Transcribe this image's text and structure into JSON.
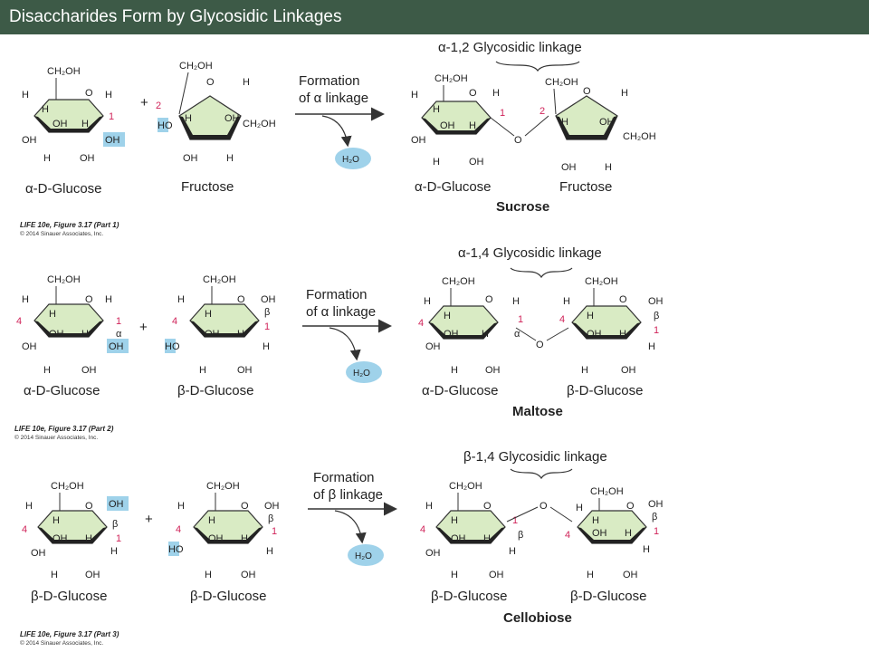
{
  "title": "Disaccharides Form by Glycosidic Linkages",
  "colors": {
    "ring_fill": "#d9ebc4",
    "highlight": "#9fd2ea",
    "title_bg": "#3d5a47",
    "water": "#9fd2ea",
    "red": "#d0245a"
  },
  "atoms": {
    "ch2oh": "CH₂OH",
    "oh": "OH",
    "h": "H",
    "o": "O",
    "ho": "HO",
    "water": "H₂O"
  },
  "sucrose": {
    "linkage": "α-1,2 Glycosidic linkage",
    "arrow_line1": "Formation",
    "arrow_line2": "of α linkage",
    "reactant1": "α-D-Glucose",
    "reactant2": "Fructose",
    "product1": "α-D-Glucose",
    "product2": "Fructose",
    "name": "Sucrose",
    "figure": "LIFE 10e, Figure 3.17 (Part 1)",
    "copyright": "© 2014 Sinauer Associates, Inc."
  },
  "maltose": {
    "linkage": "α-1,4 Glycosidic linkage",
    "arrow_line1": "Formation",
    "arrow_line2": "of α linkage",
    "reactant1": "α-D-Glucose",
    "reactant2": "β-D-Glucose",
    "product1": "α-D-Glucose",
    "product2": "β-D-Glucose",
    "name": "Maltose",
    "figure": "LIFE 10e, Figure 3.17 (Part 2)",
    "copyright": "© 2014 Sinauer Associates, Inc."
  },
  "cellobiose": {
    "linkage": "β-1,4 Glycosidic linkage",
    "arrow_line1": "Formation",
    "arrow_line2": "of β linkage",
    "reactant1": "β-D-Glucose",
    "reactant2": "β-D-Glucose",
    "product1": "β-D-Glucose",
    "product2": "β-D-Glucose",
    "name": "Cellobiose",
    "figure": "LIFE 10e, Figure 3.17 (Part 3)",
    "copyright": "© 2014 Sinauer Associates, Inc."
  },
  "labels": {
    "plus": "+",
    "alpha": "α",
    "beta": "β",
    "n1": "1",
    "n2": "2",
    "n4": "4"
  }
}
